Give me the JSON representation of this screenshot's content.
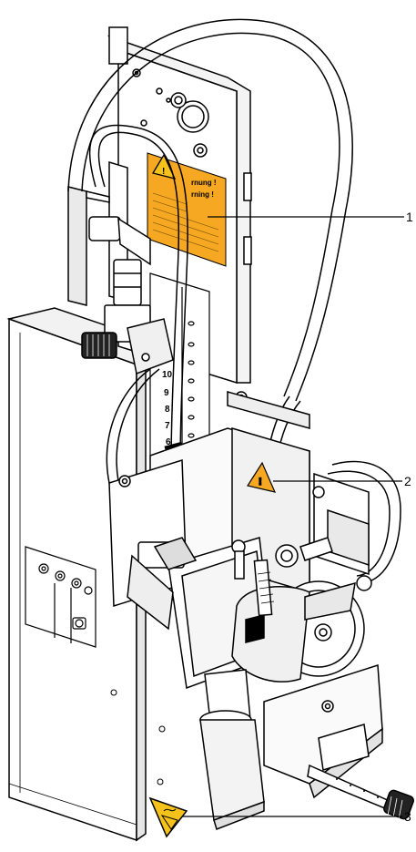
{
  "callouts": [
    {
      "label": "1"
    },
    {
      "label": "2"
    },
    {
      "label": "3"
    }
  ],
  "warning_label": {
    "line1": "rnung !",
    "line2": "rning !"
  },
  "scale_numbers": [
    "10",
    "9",
    "8",
    "7",
    "6"
  ],
  "colors": {
    "line": "#000000",
    "background": "#ffffff",
    "warning_orange": "#f7a823",
    "warning_yellow": "#f4c21b",
    "shading": "#e6e6e6"
  },
  "icons": [
    "warning-triangle-icon",
    "hot-surface-warning-icon"
  ]
}
